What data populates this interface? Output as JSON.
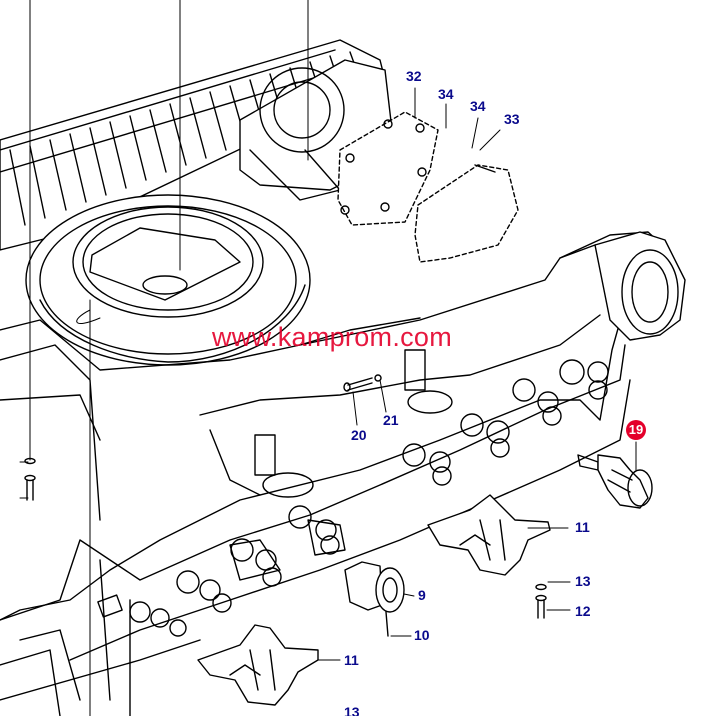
{
  "watermark": "www.kamprom.com",
  "colors": {
    "line": "#000000",
    "callout": "#0a0a8c",
    "highlight": "#e4002b",
    "watermark": "#e4002b",
    "background": "#ffffff"
  },
  "callouts": {
    "c32": "32",
    "c34a": "34",
    "c34b": "34",
    "c33": "33",
    "c19": "19",
    "c21": "21",
    "c20": "20",
    "c11a": "11",
    "c13a": "13",
    "c12": "12",
    "c9": "9",
    "c10": "10",
    "c11b": "11",
    "c13b": "13"
  }
}
